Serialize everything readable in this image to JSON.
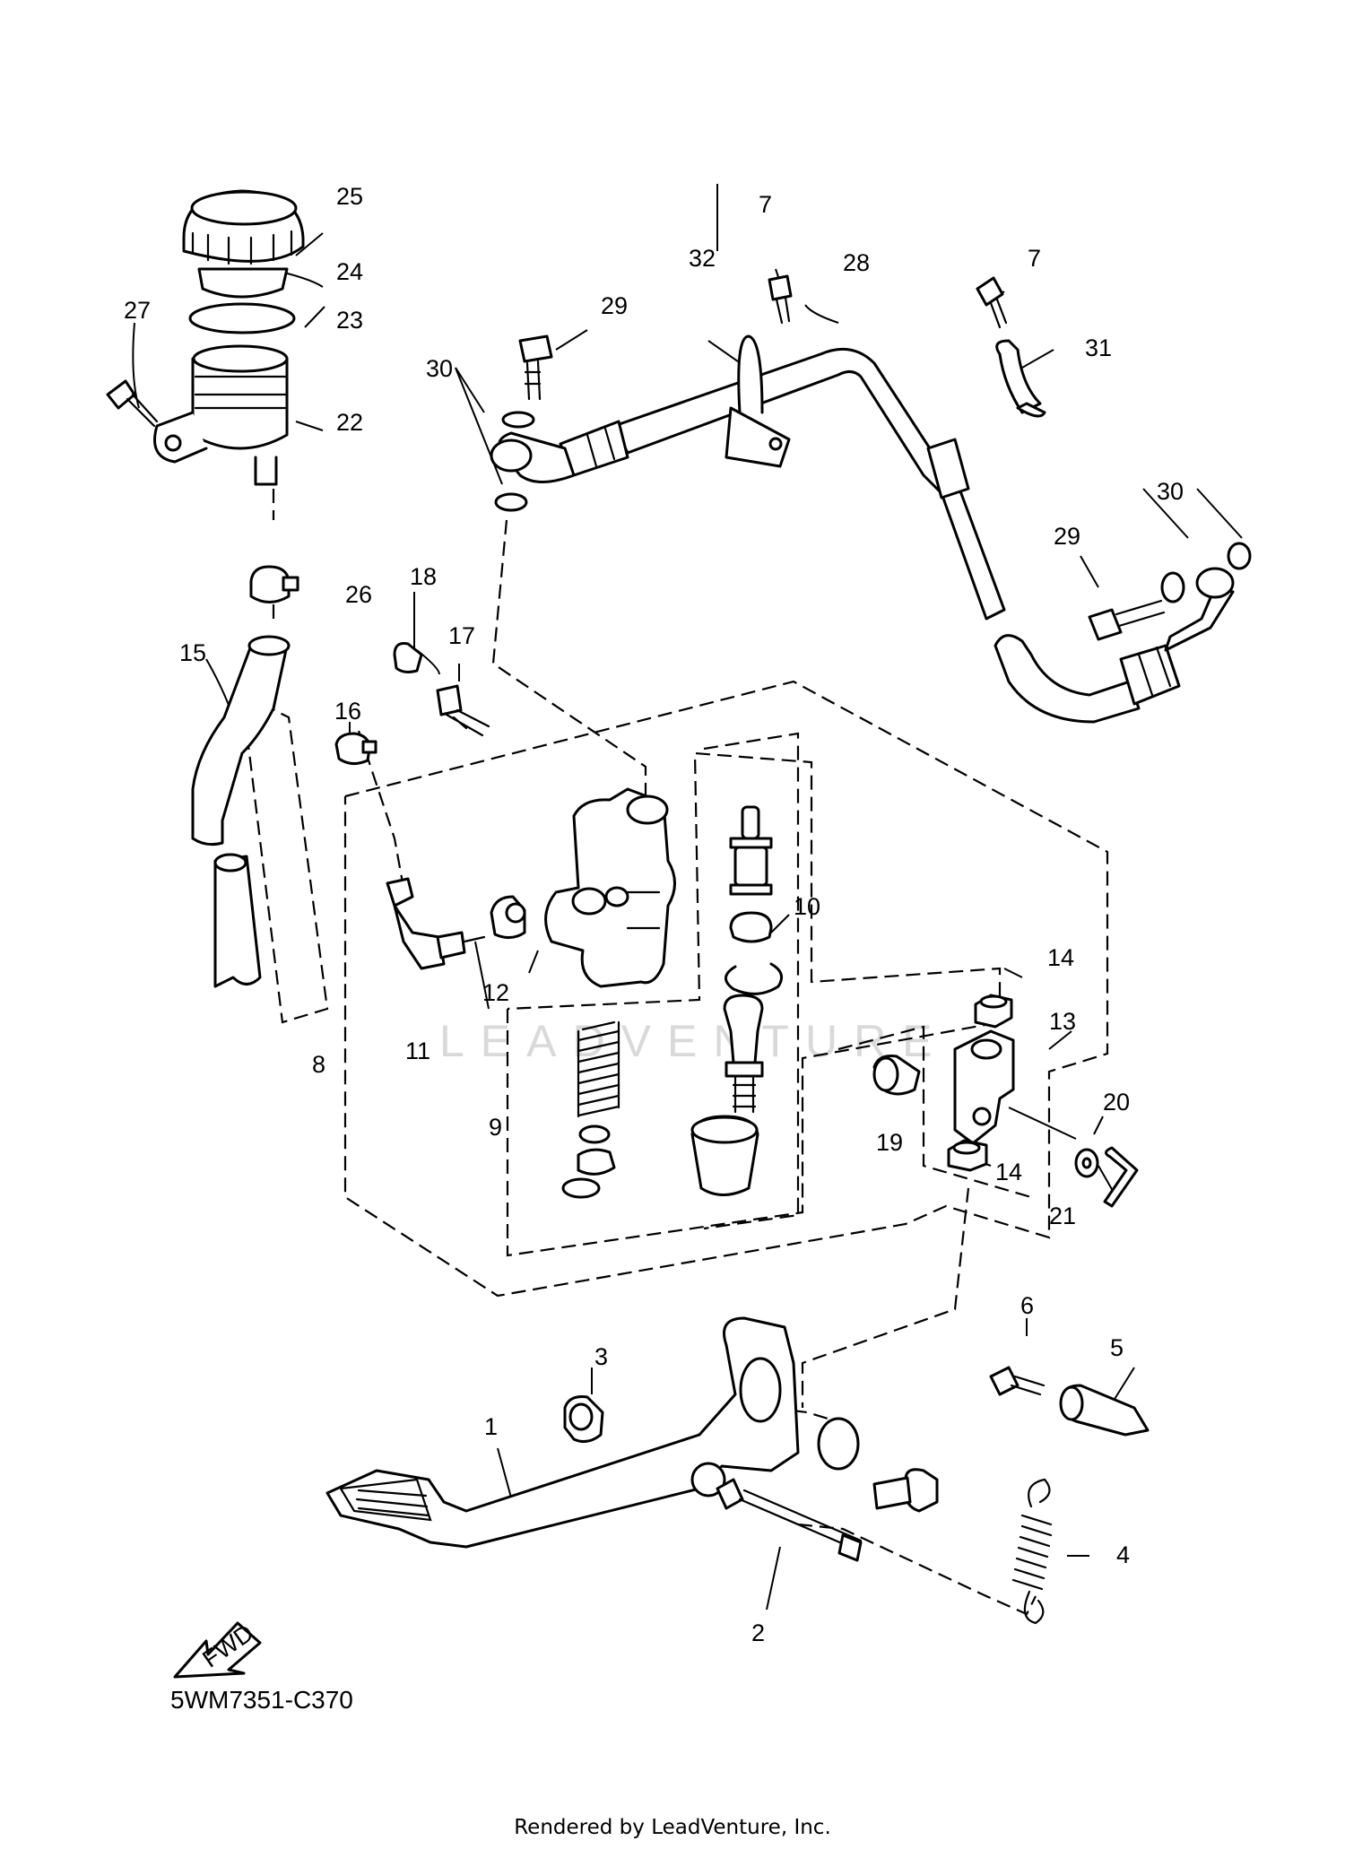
{
  "diagram": {
    "code": "5WM7351-C370",
    "footer": "Rendered by LeadVenture, Inc.",
    "watermark": "LEADVENTURE",
    "fwd_badge": "FWD",
    "callouts": [
      {
        "id": "c1",
        "text": "1"
      },
      {
        "id": "c2",
        "text": "2"
      },
      {
        "id": "c3",
        "text": "3"
      },
      {
        "id": "c4",
        "text": "4"
      },
      {
        "id": "c5",
        "text": "5"
      },
      {
        "id": "c6",
        "text": "6"
      },
      {
        "id": "c7a",
        "text": "7"
      },
      {
        "id": "c7b",
        "text": "7"
      },
      {
        "id": "c8",
        "text": "8"
      },
      {
        "id": "c9",
        "text": "9"
      },
      {
        "id": "c10",
        "text": "10"
      },
      {
        "id": "c11",
        "text": "11"
      },
      {
        "id": "c12",
        "text": "12"
      },
      {
        "id": "c13",
        "text": "13"
      },
      {
        "id": "c14a",
        "text": "14"
      },
      {
        "id": "c14b",
        "text": "14"
      },
      {
        "id": "c15",
        "text": "15"
      },
      {
        "id": "c16",
        "text": "16"
      },
      {
        "id": "c17",
        "text": "17"
      },
      {
        "id": "c18",
        "text": "18"
      },
      {
        "id": "c19",
        "text": "19"
      },
      {
        "id": "c20",
        "text": "20"
      },
      {
        "id": "c21",
        "text": "21"
      },
      {
        "id": "c22",
        "text": "22"
      },
      {
        "id": "c23",
        "text": "23"
      },
      {
        "id": "c24",
        "text": "24"
      },
      {
        "id": "c25",
        "text": "25"
      },
      {
        "id": "c26",
        "text": "26"
      },
      {
        "id": "c27",
        "text": "27"
      },
      {
        "id": "c28",
        "text": "28"
      },
      {
        "id": "c29a",
        "text": "29"
      },
      {
        "id": "c29b",
        "text": "29"
      },
      {
        "id": "c30a",
        "text": "30"
      },
      {
        "id": "c30b",
        "text": "30"
      },
      {
        "id": "c31",
        "text": "31"
      },
      {
        "id": "c32",
        "text": "32"
      }
    ]
  }
}
